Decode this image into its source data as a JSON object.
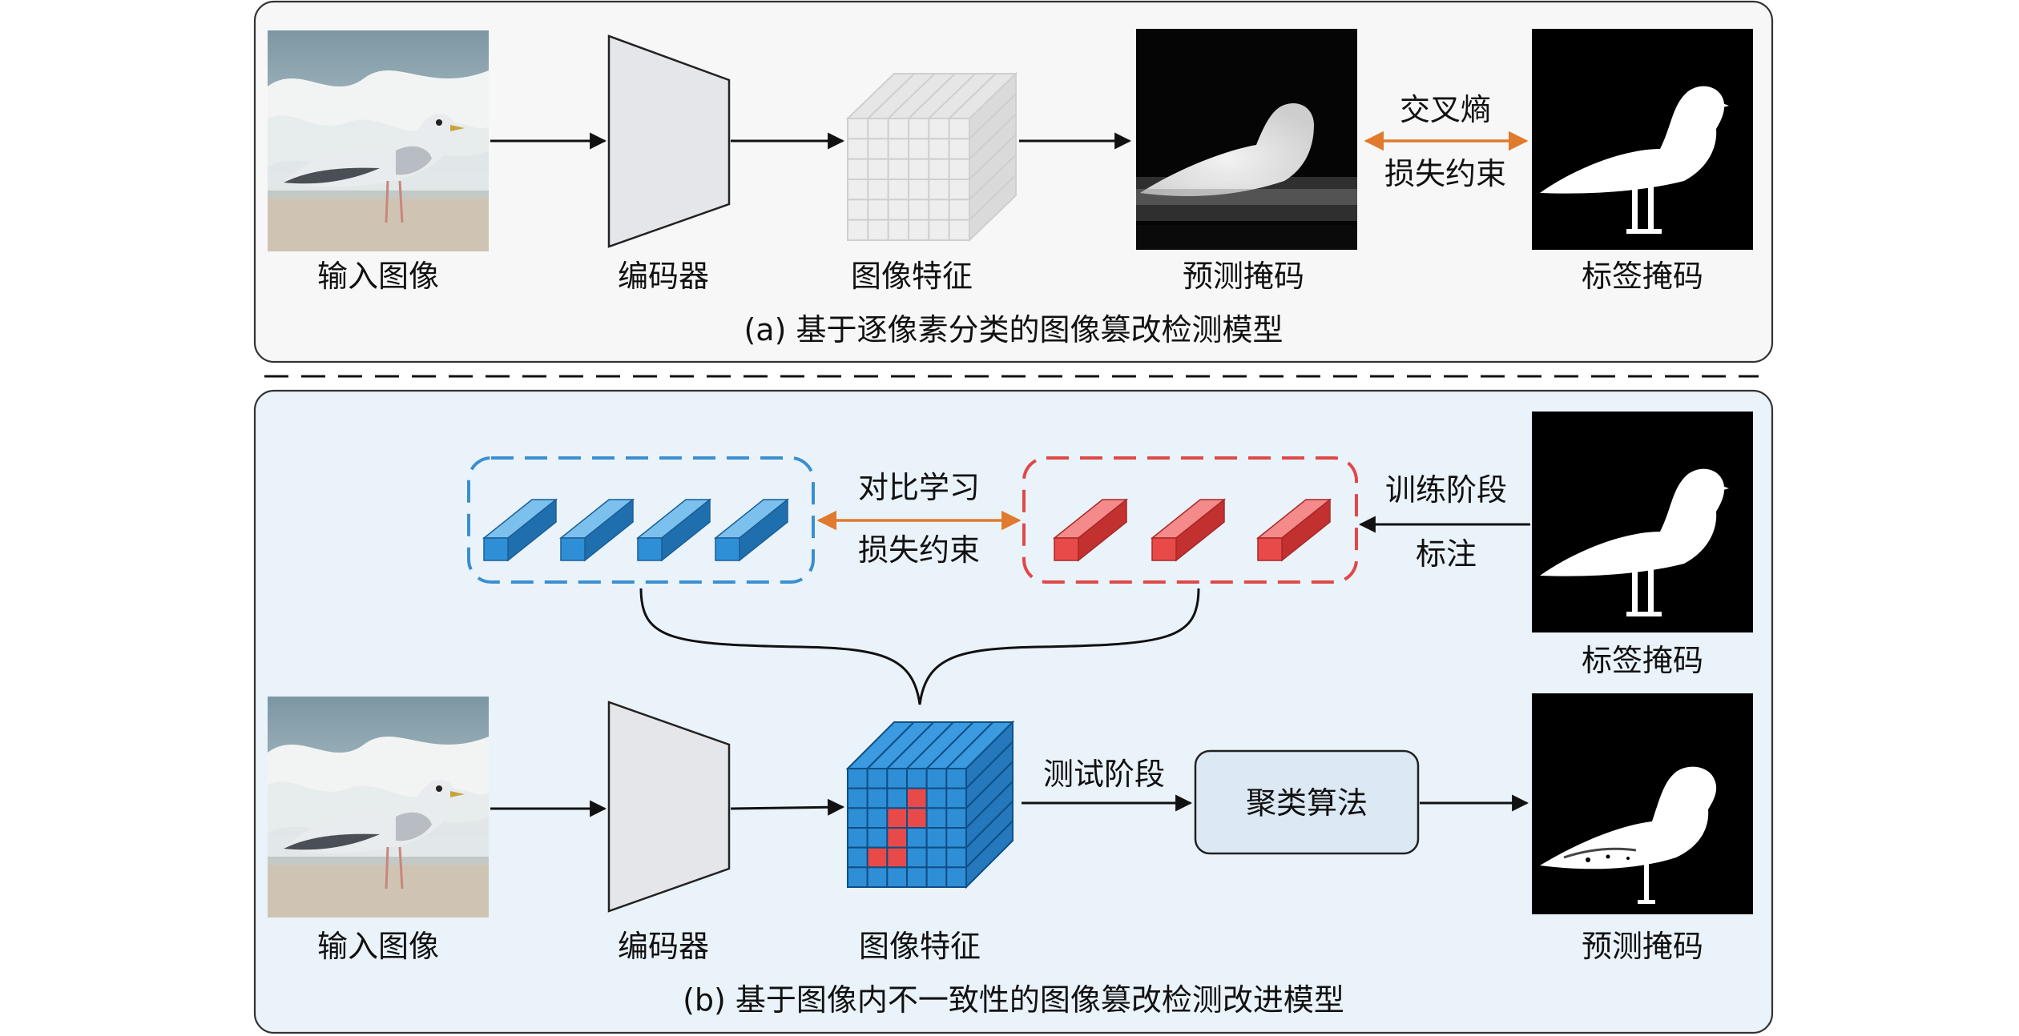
{
  "panel_a": {
    "caption": "(a) 基于逐像素分类的图像篡改检测模型",
    "input_label": "输入图像",
    "encoder_label": "编码器",
    "feature_label": "图像特征",
    "pred_label": "预测掩码",
    "gt_label": "标签掩码",
    "loss_line1": "交叉熵",
    "loss_line2": "损失约束"
  },
  "panel_b": {
    "caption": "(b) 基于图像内不一致性的图像篡改检测改进模型",
    "input_label": "输入图像",
    "encoder_label": "编码器",
    "feature_label": "图像特征",
    "gt_label": "标签掩码",
    "pred_label": "预测掩码",
    "contrast_line1": "对比学习",
    "contrast_line2": "损失约束",
    "train_line1": "训练阶段",
    "train_line2": "标注",
    "test_label": "测试阶段",
    "cluster_label": "聚类算法"
  },
  "colors": {
    "panel_a_bg": "#f7f7f7",
    "panel_b_bg": "#eaf3fa",
    "blue": "#2e8fd6",
    "red": "#e84a4a",
    "orange": "#e07a2e",
    "cluster_box": "#dce8f3"
  }
}
